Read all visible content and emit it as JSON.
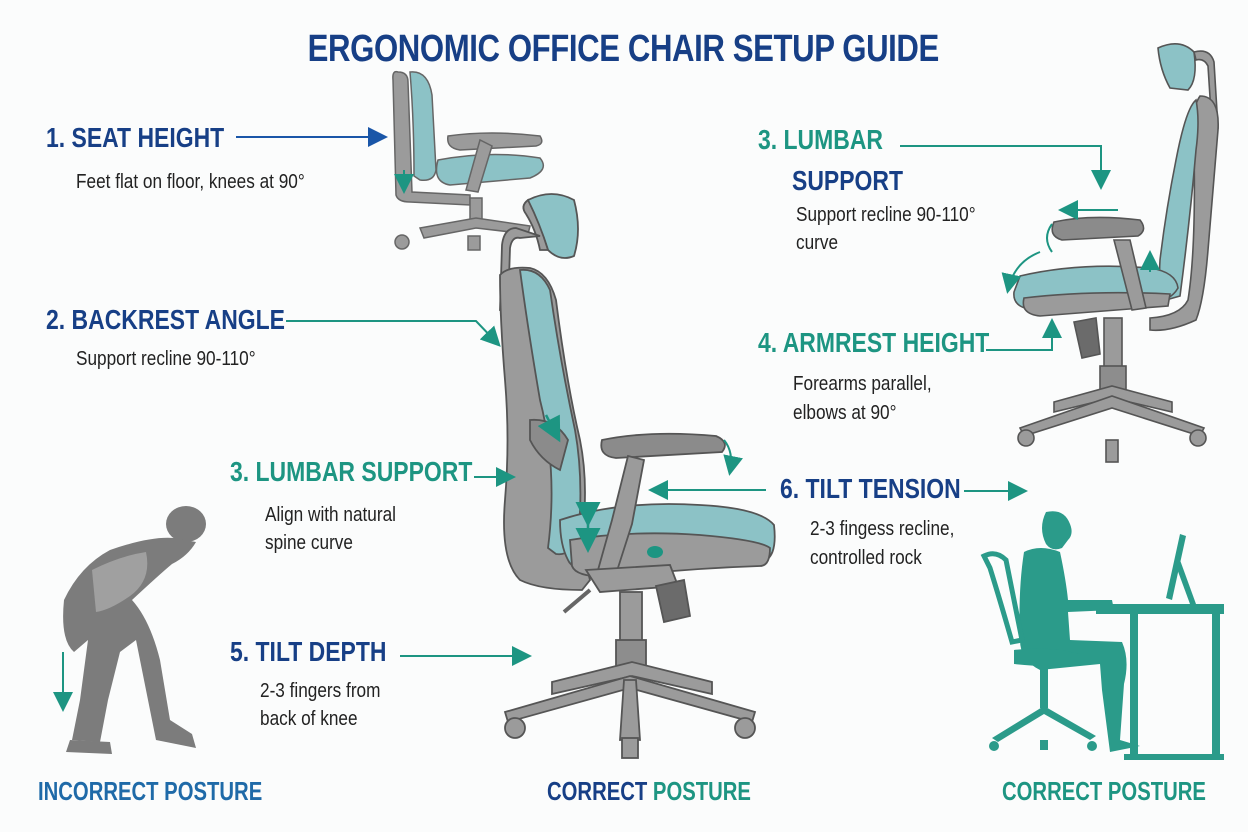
{
  "title": "ERGONOMIC OFFICE CHAIR SETUP GUIDE",
  "colors": {
    "navy": "#173f86",
    "teal": "#1d9582",
    "chair_frame": "#8c8c8c",
    "chair_mesh": "#8cc2c6",
    "silhouette_gray": "#7c7c7c",
    "background": "#fbfcfc"
  },
  "steps": [
    {
      "id": "seat-height",
      "number": "1.",
      "title": "SEAT HEIGHT",
      "description": [
        "Feet flat on floor, knees at 90°"
      ]
    },
    {
      "id": "backrest-angle",
      "number": "2.",
      "title": "BACKREST ANGLE",
      "description": [
        "Support recline 90-110°"
      ]
    },
    {
      "id": "lumbar-support-right",
      "number": "3.",
      "title_line1": "LUMBAR",
      "title_line2": "SUPPORT",
      "description": [
        "Support recline 90-110°",
        "curve"
      ]
    },
    {
      "id": "armrest-height",
      "number": "4.",
      "title": "ARMREST HEIGHT",
      "description": [
        "Forearms parallel,",
        "elbows at 90°"
      ]
    },
    {
      "id": "lumbar-support-center",
      "number": "3.",
      "title": "LUMBAR SUPPORT",
      "description": [
        "Align with natural",
        "spine curve"
      ]
    },
    {
      "id": "tilt-tension",
      "number": "6.",
      "title": "TILT TENSION",
      "description": [
        "2-3 fingess recline,",
        "controlled rock"
      ]
    },
    {
      "id": "tilt-depth",
      "number": "5.",
      "title": "TILT DEPTH",
      "description": [
        "2-3 fingers from",
        "back of knee"
      ]
    }
  ],
  "captions": {
    "left": "INCORRECT POSTURE",
    "center_part1": "CORRECT",
    "center_part2": "POSTURE",
    "right": "CORRECT POSTURE"
  },
  "illustrations": [
    "small-chair-icon",
    "main-chair-icon",
    "right-chair-icon",
    "slouching-person-icon",
    "seated-person-at-desk-icon"
  ]
}
